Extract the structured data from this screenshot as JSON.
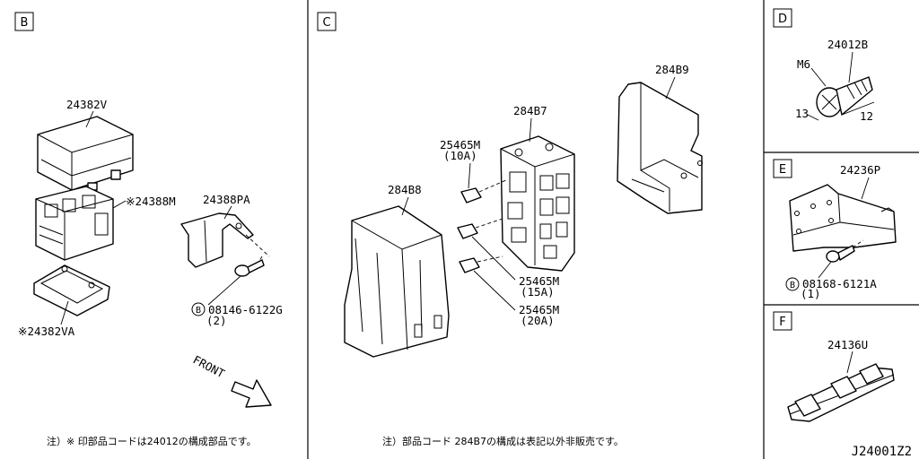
{
  "sections": {
    "b": {
      "letter": "B"
    },
    "c": {
      "letter": "C"
    },
    "d": {
      "letter": "D"
    },
    "e": {
      "letter": "E"
    },
    "f": {
      "letter": "F"
    }
  },
  "parts": {
    "p24382v": "24382V",
    "p24388m": "※24388M",
    "p24388pa": "24388PA",
    "p24382va": "※24382VA",
    "bolt_b_code": "08146-6122G",
    "bolt_b_qty": "(2)",
    "bolt_b_marker": "B",
    "front": "FRONT",
    "p284b8": "284B8",
    "p284b7": "284B7",
    "p284b9": "284B9",
    "fuse_10a_code": "25465M",
    "fuse_10a_amp": "(10A)",
    "fuse_15a_code": "25465M",
    "fuse_15a_amp": "(15A)",
    "fuse_20a_code": "25465M",
    "fuse_20a_amp": "(20A)",
    "p24012b": "24012B",
    "m6": "M6",
    "dim_13": "13",
    "dim_12": "12",
    "p24236p": "24236P",
    "bolt_e_code": "08168-6121A",
    "bolt_e_qty": "(1)",
    "bolt_e_marker": "B",
    "p24136u": "24136U"
  },
  "notes": {
    "b_note": "注）※ 印部品コードは24012の構成部品です。",
    "c_note": "注）部品コード 284B7の構成は表記以外非販売です。"
  },
  "footer": {
    "diagram_id": "J24001Z2"
  }
}
